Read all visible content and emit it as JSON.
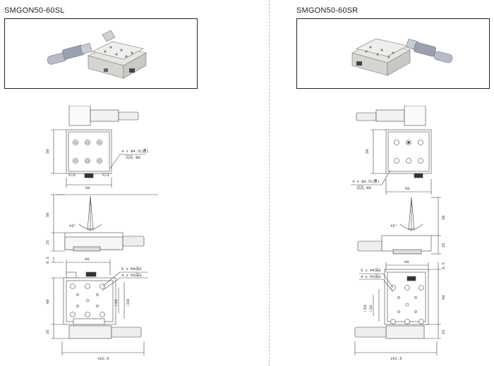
{
  "left": {
    "title": "SMGON50-60SL",
    "top_view": {
      "width": "50",
      "height": "50",
      "hole_note": "4 x Ø4.5(通)",
      "hole_note2": "沉孔 Ø8"
    },
    "side_view": {
      "height_total": "50",
      "height_base": "25",
      "angle": "±5°"
    },
    "bottom_view": {
      "width": "60",
      "height": "60",
      "height_low": "25",
      "inner_a": "□32",
      "inner_b": "□50",
      "overall": "102.5",
      "offset": "8.5",
      "thread_a": "5 x M4深6",
      "thread_b": "4 x M3深6"
    }
  },
  "right": {
    "title": "SMGON50-60SR",
    "top_view": {
      "width": "50",
      "height": "50",
      "hole_note": "4 x Ø4.5(通)",
      "hole_note2": "沉孔 Ø8"
    },
    "side_view": {
      "height_total": "50",
      "height_base": "25",
      "angle": "±5°"
    },
    "bottom_view": {
      "width": "60",
      "height": "60",
      "height_low": "25",
      "inner_a": "□32",
      "inner_b": "□50",
      "overall": "102.5",
      "offset": "8.5",
      "thread_a": "5 x M4深6",
      "thread_b": "4 x M3深6"
    }
  }
}
